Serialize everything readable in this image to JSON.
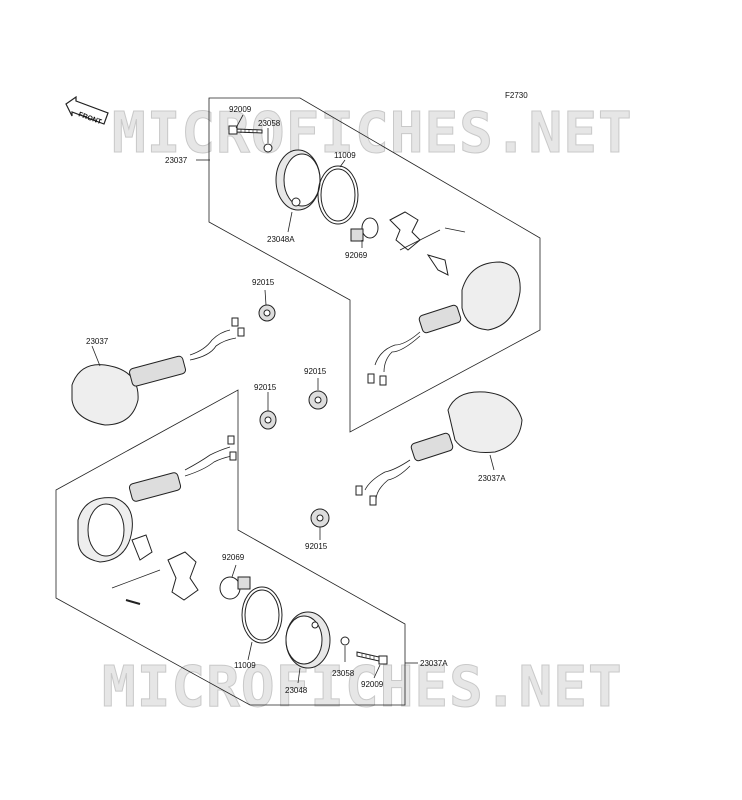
{
  "diagram": {
    "code": "F2730",
    "front_label": "FRONT",
    "watermark": "MICROFICHES.NET",
    "labels": {
      "top_92009": "92009",
      "top_23058": "23058",
      "top_23037": "23037",
      "top_11009": "11009",
      "top_23048A": "23048A",
      "top_92069": "92069",
      "mid_92015": "92015",
      "left_23037": "23037",
      "center_92015": "92015",
      "left_92015": "92015",
      "right_23037A": "23037A",
      "bottom_92015": "92015",
      "bottom_92069": "92069",
      "bottom_11009": "11009",
      "bottom_23037A": "23037A",
      "bottom_23058": "23058",
      "bottom_92009": "92009",
      "bottom_23048": "23048"
    }
  }
}
